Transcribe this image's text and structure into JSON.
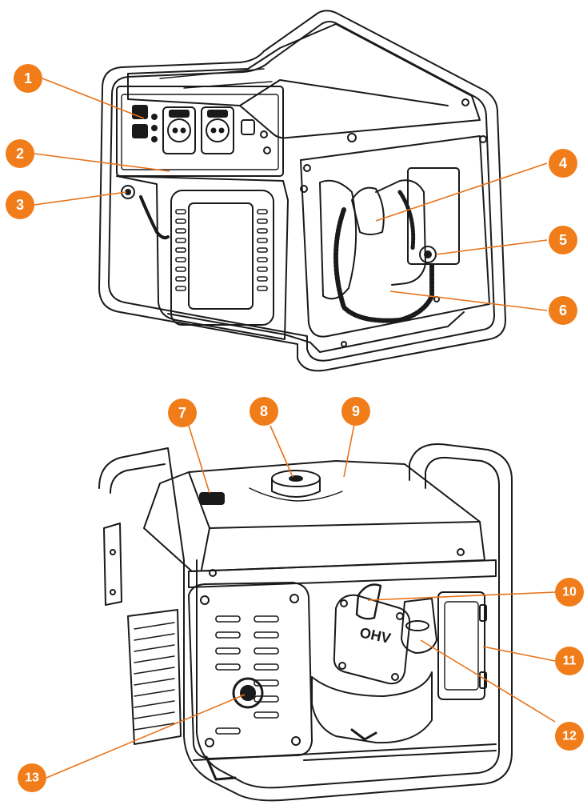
{
  "callout_color": "#f07d1a",
  "line_color": "#e8731a",
  "outline_color": "#1a1a1a",
  "callouts": [
    {
      "id": 1,
      "label": "1"
    },
    {
      "id": 2,
      "label": "2"
    },
    {
      "id": 3,
      "label": "3"
    },
    {
      "id": 4,
      "label": "4"
    },
    {
      "id": 5,
      "label": "5"
    },
    {
      "id": 6,
      "label": "6"
    },
    {
      "id": 7,
      "label": "7"
    },
    {
      "id": 8,
      "label": "8"
    },
    {
      "id": 9,
      "label": "9"
    },
    {
      "id": 10,
      "label": "10"
    },
    {
      "id": 11,
      "label": "11"
    },
    {
      "id": 12,
      "label": "12"
    },
    {
      "id": 13,
      "label": "13"
    }
  ],
  "engine_cover_text": "OHV"
}
